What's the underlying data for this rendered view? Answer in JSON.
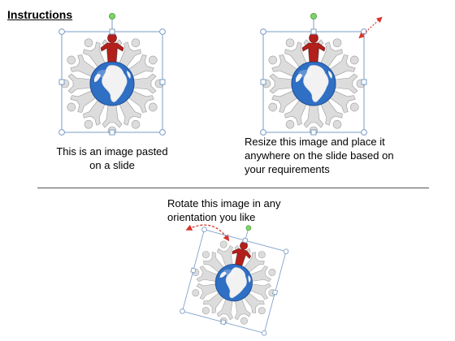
{
  "slide": {
    "title": "Instructions",
    "objects": [
      {
        "name": "pasted",
        "caption_lines": [
          "This is an image pasted",
          "on a slide"
        ],
        "state": "selected",
        "rotation_deg": 0
      },
      {
        "name": "resize",
        "caption_lines": [
          "Resize this image and place it",
          "anywhere on the slide based on",
          "your requirements"
        ],
        "state": "selected",
        "rotation_deg": 0
      },
      {
        "name": "rotate",
        "caption_lines": [
          "Rotate this image in any",
          "orientation you like"
        ],
        "state": "selected",
        "rotation_deg": 15
      }
    ],
    "hints": {
      "resize_arrow": "double-headed-diagonal-arrow-icon",
      "rotate_arrow": "curved-rotate-arrow-icon"
    },
    "colors": {
      "selection_border": "#7a9cc6",
      "handle_fill": "#ffffff",
      "rotation_handle": "#7fd36a",
      "hint_arrow": "#d9342b",
      "globe_ocean": "#2f6fc4",
      "globe_land": "#f2f2f2",
      "figures": "#dcdcdc",
      "leader_figure": "#b3201c"
    }
  }
}
